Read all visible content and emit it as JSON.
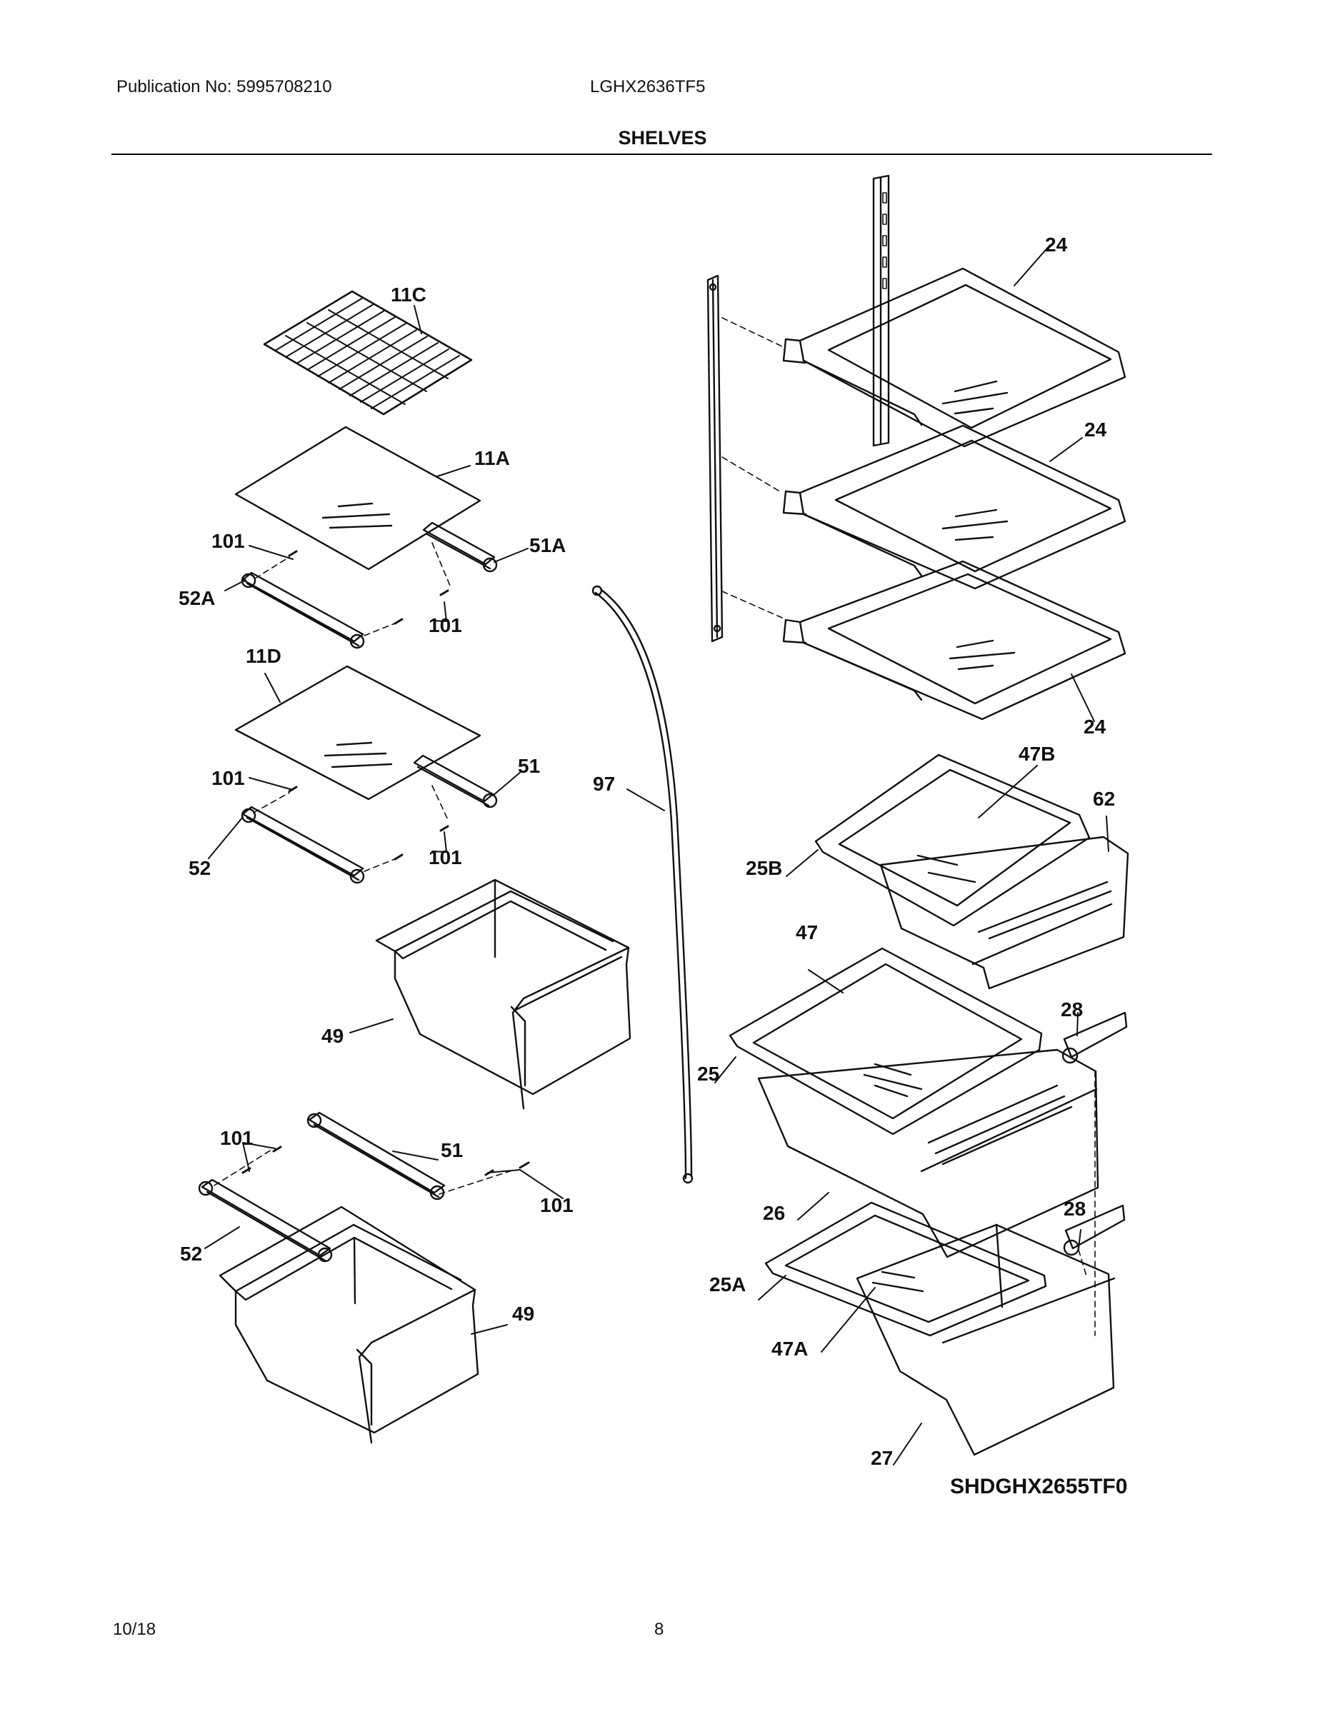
{
  "header": {
    "publication": "Publication No: 5995708210",
    "model": "LGHX2636TF5",
    "section_title": "SHELVES"
  },
  "diagram": {
    "drawing_code": "SHDGHX2655TF0",
    "callouts": {
      "c11C": "11C",
      "c11A": "11A",
      "c101a": "101",
      "c51A": "51A",
      "c52A": "52A",
      "c101b": "101",
      "c11D": "11D",
      "c101c": "101",
      "c51a": "51",
      "c97": "97",
      "c52a": "52",
      "c101d": "101",
      "c49a": "49",
      "c101e": "101",
      "c51b": "51",
      "c101f": "101",
      "c52b": "52",
      "c49b": "49",
      "c24a": "24",
      "c24b": "24",
      "c24c": "24",
      "c47B": "47B",
      "c62": "62",
      "c25B": "25B",
      "c47": "47",
      "c28a": "28",
      "c25": "25",
      "c26": "26",
      "c28b": "28",
      "c25A": "25A",
      "c47A": "47A",
      "c27": "27"
    }
  },
  "footer": {
    "date": "10/18",
    "page": "8"
  }
}
